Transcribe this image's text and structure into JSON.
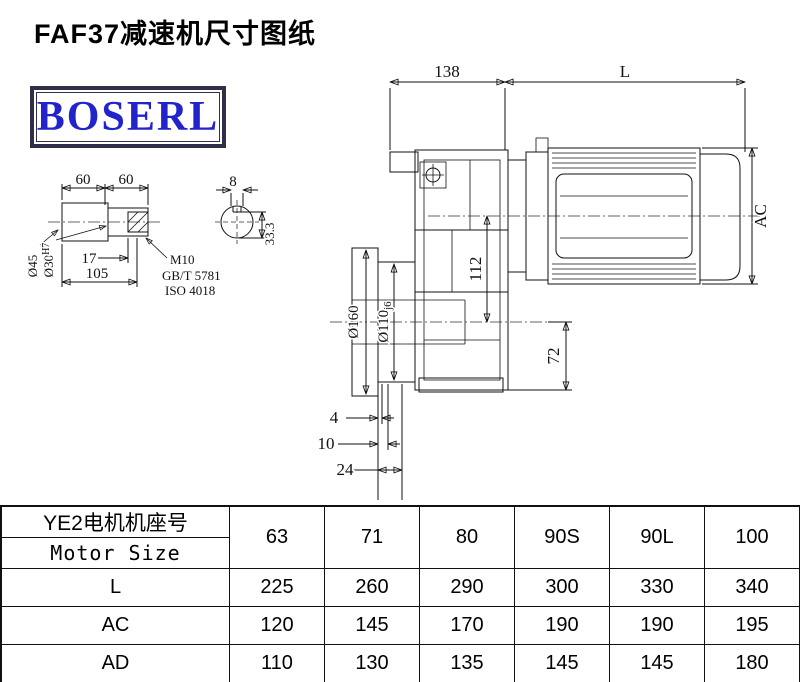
{
  "page": {
    "title": "FAF37减速机尺寸图纸",
    "logo_text": "BOSERL"
  },
  "drawing": {
    "dim_138": "138",
    "dim_L": "L",
    "dim_AC": "AC",
    "dim_112": "112",
    "dim_72": "72",
    "dim_d160": "Ø160",
    "dim_d110_main": "Ø110",
    "dim_d110_tol": "j6",
    "dim_4": "4",
    "dim_10": "10",
    "dim_24": "24",
    "dim_60a": "60",
    "dim_60b": "60",
    "dim_8": "8",
    "dim_333": "33.3",
    "dim_17": "17",
    "dim_105": "105",
    "dim_d45": "Ø45",
    "dim_d30_main": "Ø30",
    "dim_d30_tol": "H7",
    "note_m10": "M10",
    "note_gbt": "GB/T 5781",
    "note_iso": "ISO 4018"
  },
  "table": {
    "motor_row": {
      "label_cn": "YE2电机机座号",
      "label_en": "Motor Size",
      "values": [
        "63",
        "71",
        "80",
        "90S",
        "90L",
        "100"
      ]
    },
    "rows": [
      {
        "label": "L",
        "values": [
          "225",
          "260",
          "290",
          "300",
          "330",
          "340"
        ]
      },
      {
        "label": "AC",
        "values": [
          "120",
          "145",
          "170",
          "190",
          "190",
          "195"
        ]
      },
      {
        "label": "AD",
        "values": [
          "110",
          "130",
          "135",
          "145",
          "145",
          "180"
        ]
      }
    ]
  }
}
